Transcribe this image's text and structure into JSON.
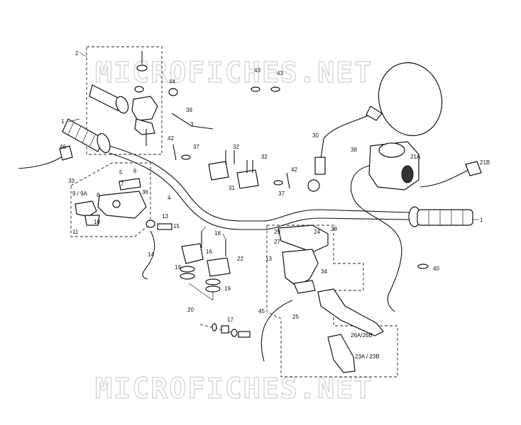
{
  "watermark": {
    "top": "MICROFICHES.NET",
    "bottom": "MICROFICHES.NET"
  },
  "callouts": {
    "c1_left": "1",
    "c1_right": "1",
    "c2": "2",
    "c3": "3",
    "c4": "4",
    "c5": "5",
    "c6": "6",
    "c7": "7",
    "c8": "8",
    "c9_9a": "9 / 9A",
    "c10": "10",
    "c11": "11",
    "c13_a": "13",
    "c13_b": "13",
    "c14": "14",
    "c15": "15",
    "c16": "16",
    "c17": "17",
    "c18": "18",
    "c19_a": "19",
    "c19_b": "19",
    "c20": "20",
    "c21a": "21A",
    "c21b": "21B",
    "c22": "22",
    "c23": "23A / 23B",
    "c24": "24",
    "c25": "25",
    "c26": "26A/26B",
    "c27": "27",
    "c28": "28",
    "c29": "29",
    "c30": "30",
    "c31": "31",
    "c32_a": "32",
    "c32_b": "32",
    "c33": "33",
    "c34": "34",
    "c36": "36",
    "c37_a": "37",
    "c37_b": "37",
    "c38": "38",
    "c39": "39",
    "c40": "40",
    "c42_a": "42",
    "c42_b": "42",
    "c43_a": "43",
    "c43_b": "43",
    "c44": "44",
    "c45": "45",
    "c46": "46"
  }
}
